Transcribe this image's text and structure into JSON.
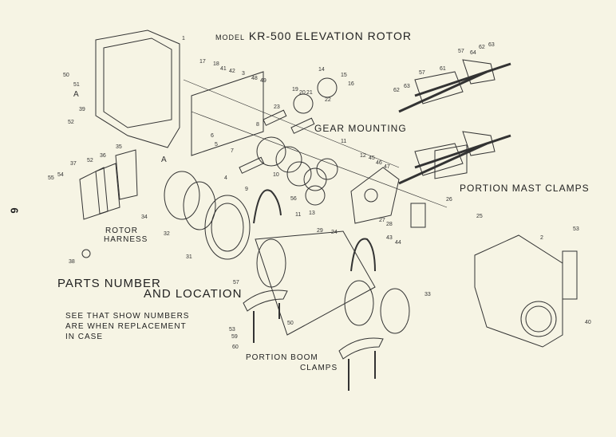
{
  "title": {
    "model_prefix": "MODEL",
    "name": "KR-500 ELEVATION ROTOR"
  },
  "page_number": "6",
  "section_labels": {
    "gear_mounting": "GEAR MOUNTING",
    "mast_clamps": "PORTION MAST CLAMPS",
    "rotor_harness_1": "ROTOR",
    "rotor_harness_2": "HARNESS",
    "boom_clamps_1": "PORTION BOOM",
    "boom_clamps_2": "CLAMPS",
    "parts_heading_1": "PARTS NUMBER",
    "parts_heading_2": "AND LOCATION"
  },
  "note_lines": [
    "SEE THAT SHOW NUMBERS",
    "ARE WHEN REPLACEMENT",
    "IN CASE"
  ],
  "part_numbers": [
    "1",
    "17",
    "18",
    "41",
    "42",
    "3",
    "48",
    "49",
    "14",
    "15",
    "16",
    "19",
    "20",
    "21",
    "22",
    "23",
    "50",
    "51",
    "A",
    "39",
    "52",
    "8",
    "6",
    "5",
    "7",
    "10",
    "4",
    "9",
    "11",
    "12",
    "45",
    "46",
    "47",
    "13",
    "11",
    "56",
    "35",
    "36",
    "52",
    "37",
    "A",
    "55",
    "54",
    "34",
    "32",
    "31",
    "38",
    "29",
    "24",
    "57",
    "64",
    "62",
    "63",
    "61",
    "57",
    "62",
    "63",
    "26",
    "25",
    "27",
    "28",
    "43",
    "44",
    "2",
    "53",
    "40",
    "33",
    "57",
    "50",
    "53",
    "59",
    "60"
  ]
}
